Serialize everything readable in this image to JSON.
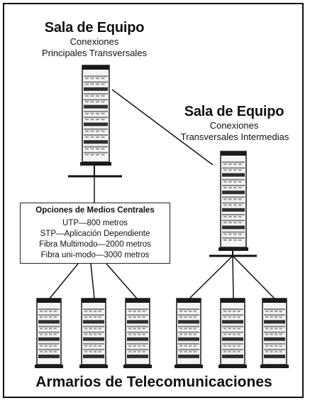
{
  "top_room": {
    "title": "Sala de Equipo",
    "line1": "Conexiones",
    "line2": "Principales Transversales"
  },
  "mid_room": {
    "title": "Sala de Equipo",
    "line1": "Conexiones",
    "line2": "Transversales Intermedias"
  },
  "media_options": {
    "title": "Opciones de Medios Centrales",
    "items": [
      "UTP—800 metros",
      "STP—Aplicación Dependiente",
      "Fibra Multimodo—2000 metros",
      "Fibra uni-modo—3000 metros"
    ]
  },
  "bottom_label": "Armarios de Telecomunicaciones",
  "colors": {
    "line": "#111111",
    "rack_fill": "#f4f4f4",
    "rack_dark": "#1a1a1a",
    "frame": "#111111"
  }
}
